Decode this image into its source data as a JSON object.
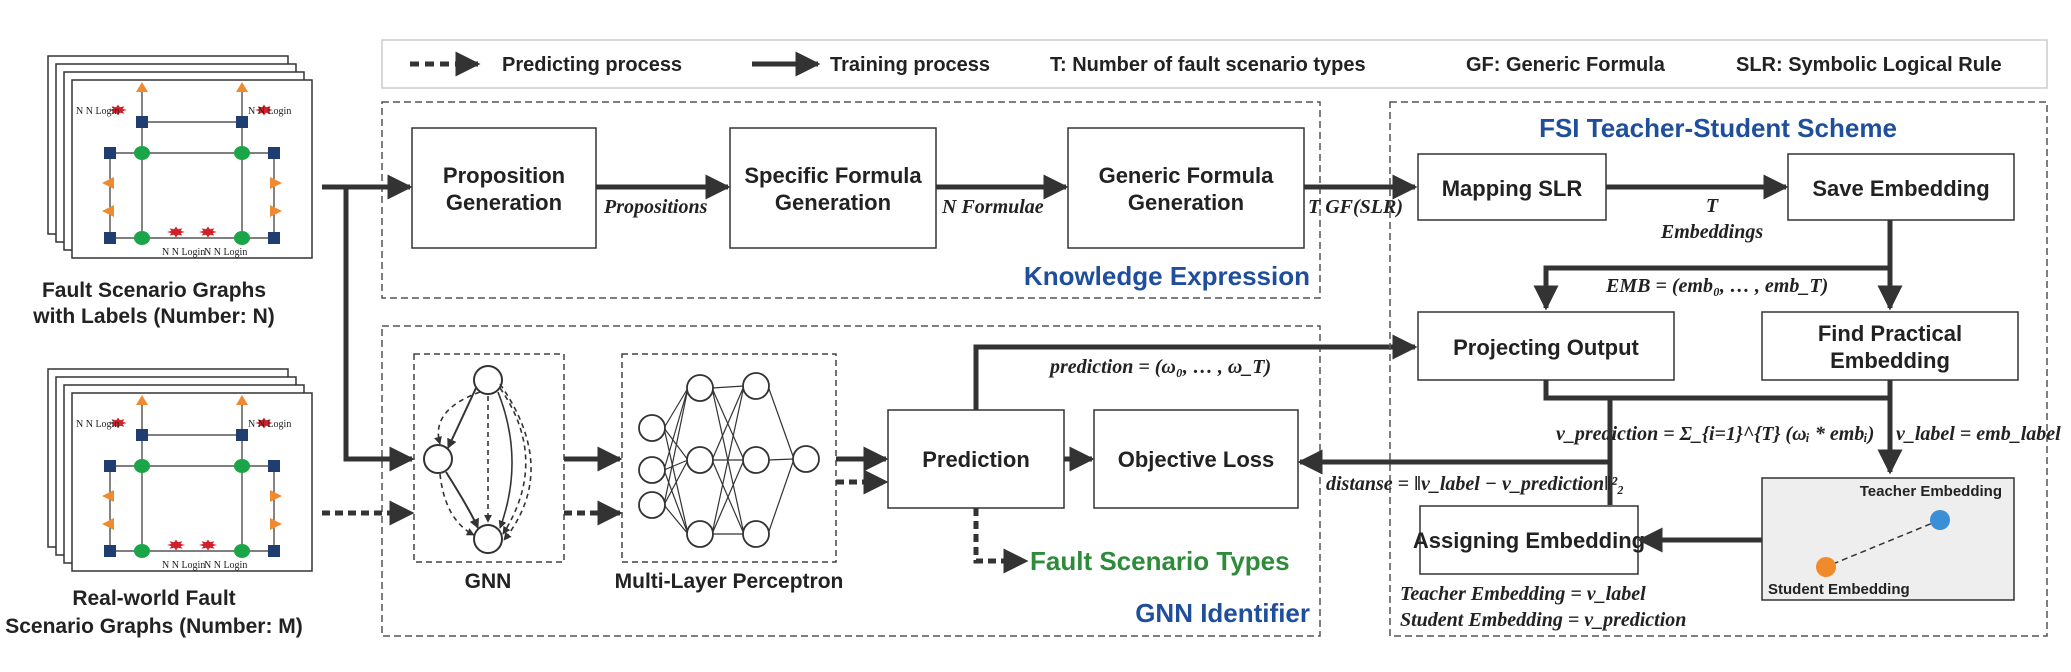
{
  "legend": {
    "predicting": "Predicting process",
    "training": "Training process",
    "t_def": "T: Number of fault scenario types",
    "gf_def": "GF: Generic Formula",
    "slr_def": "SLR: Symbolic Logical Rule"
  },
  "left": {
    "graph_labels": [
      "N N Login",
      "N N Login",
      "N N Login",
      "N N Login",
      "N N Login"
    ],
    "labeled_graphs_caption": [
      "Fault Scenario Graphs",
      "with Labels (Number: N)"
    ],
    "realworld_caption": [
      "Real-world Fault",
      "Scenario Graphs (Number: M)"
    ]
  },
  "knowledge": {
    "title": "Knowledge Expression",
    "proposition_box": [
      "Proposition",
      "Generation"
    ],
    "specific_box": [
      "Specific Formula",
      "Generation"
    ],
    "generic_box": [
      "Generic Formula",
      "Generation"
    ],
    "propositions_label": "Propositions",
    "n_formulae_label": "N Formulae",
    "t_gf_label": "T GF(SLR)"
  },
  "fsi": {
    "title": "FSI Teacher-Student Scheme",
    "mapping_box": "Mapping SLR",
    "save_box": "Save Embedding",
    "t_embeddings": [
      "T",
      "Embeddings"
    ],
    "emb_eq": "EMB = (emb₀, … , emb_T)",
    "projecting_box": "Projecting Output",
    "find_box": [
      "Find Practical",
      "Embedding"
    ],
    "v_pred_eq": "v_prediction = Σ_{i=1}^{T} (ωᵢ * embᵢ)",
    "v_label_eq": "v_label = emb_label",
    "assigning_box": "Assigning Embedding",
    "teacher_label": "Teacher Embedding",
    "student_label": "Student Embedding",
    "teacher_eq": "Teacher Embedding = v_label",
    "student_eq": "Student Embedding = v_prediction",
    "distance_eq": "distanse = ‖v_label − v_prediction‖²₂"
  },
  "gnn": {
    "title": "GNN Identifier",
    "gnn_caption": "GNN",
    "mlp_caption": "Multi-Layer Perceptron",
    "prediction_box": "Prediction",
    "objective_box": "Objective Loss",
    "prediction_eq": "prediction = (ω₀, … , ω_T)",
    "fault_types": "Fault Scenario Types"
  },
  "colors": {
    "blue_title": "#1f4e9c",
    "green_title": "#2e8b3a",
    "node_green": "#1aa548",
    "node_navy": "#1f3d6e",
    "arrow_orange": "#f08a30",
    "star_red": "#d0202a",
    "teacher_blue": "#3a8fd6",
    "student_orange": "#f08a2a"
  }
}
